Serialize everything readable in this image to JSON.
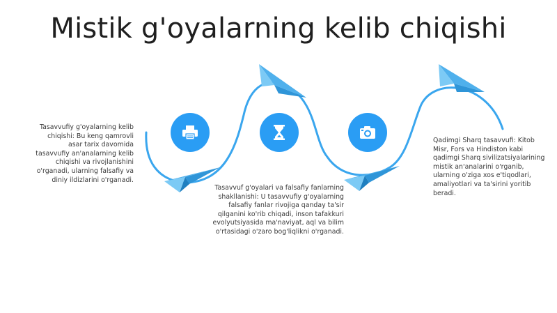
{
  "title": "Mistik g'oyalarning kelib chiqishi",
  "colors": {
    "accent": "#2a9df4",
    "plane": "#5bb7ee",
    "line": "#3aa6ee",
    "text": "#3a3a3a"
  },
  "steps": [
    {
      "icon": "printer-icon",
      "text": "Tasavvufiy g'oyalarning kelib chiqishi: Bu keng qamrovli asar tarix davomida tasavvufiy an'analarning kelib chiqishi va rivojlanishini o'rganadi, ularning falsafiy va diniy ildizlarini o'rganadi."
    },
    {
      "icon": "hourglass-icon",
      "text": "Tasavvuf g'oyalari va falsafiy fanlarning shakllanishi: U tasavvufiy g'oyalarning falsafiy fanlar rivojiga qanday ta'sir qilganini ko'rib chiqadi, inson tafakkuri evolyutsiyasida ma'naviyat, aql va bilim o'rtasidagi o'zaro bog'liqlikni o'rganadi."
    },
    {
      "icon": "camera-icon",
      "text": ""
    },
    {
      "icon": "",
      "text": "Qadimgi Sharq tasavvufi: Kitob Misr, Fors va Hindiston kabi qadimgi Sharq sivilizatsiyalarining mistik an'analarini o'rganib, ularning o'ziga xos e'tiqodlari, amaliyotlari va ta'sirini yoritib beradi."
    }
  ]
}
